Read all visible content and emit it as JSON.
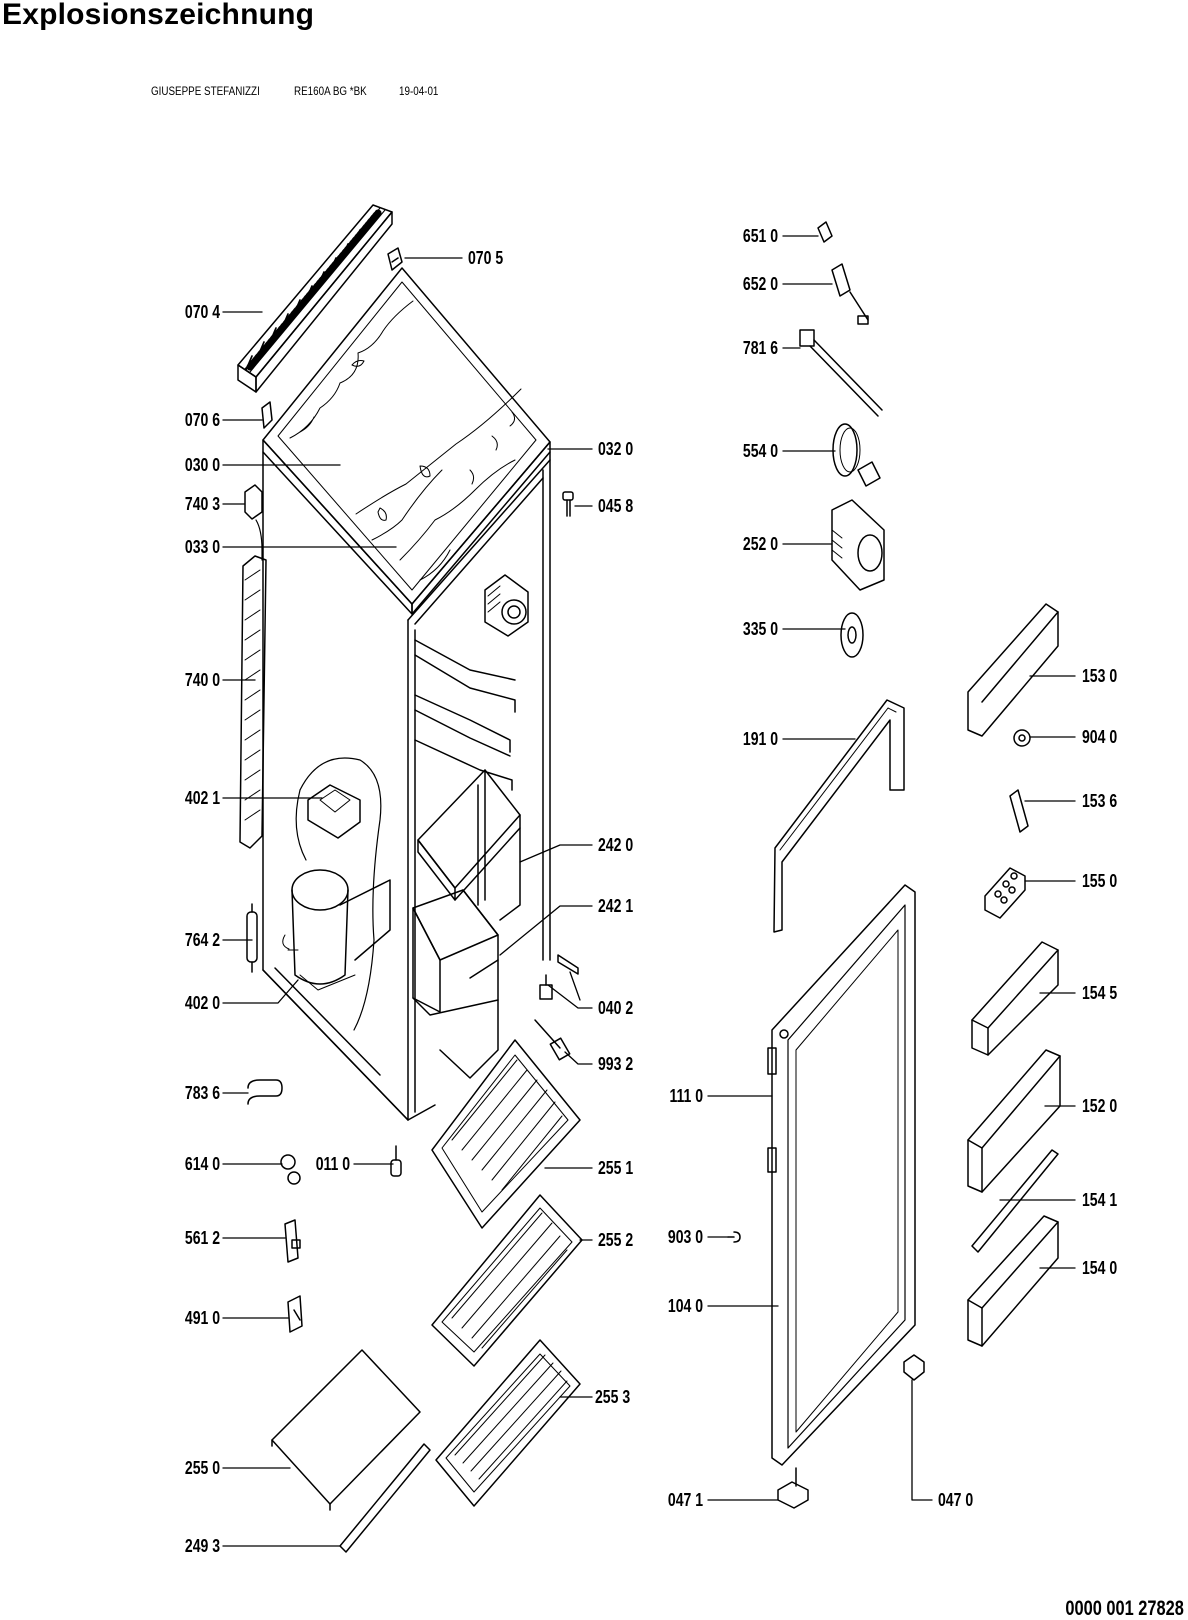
{
  "title": "Explosionszeichnung",
  "meta": {
    "designer": "GIUSEPPE STEFANIZZI",
    "model": "RE160A BG  *BK",
    "date": "19-04-01"
  },
  "labels": {
    "p0704": "070 4",
    "p0705": "070 5",
    "p0706": "070 6",
    "p0300": "030 0",
    "p0320": "032 0",
    "p7403": "740 3",
    "p0458": "045 8",
    "p0330": "033 0",
    "p7400": "740 0",
    "p4021": "402 1",
    "p2420": "242 0",
    "p2421": "242 1",
    "p7642": "764 2",
    "p4020": "402 0",
    "p0402": "040 2",
    "p9932": "993 2",
    "p7836": "783 6",
    "p6140": "614 0",
    "p0110": "011 0",
    "p2551": "255 1",
    "p5612": "561 2",
    "p2552": "255 2",
    "p4910": "491 0",
    "p2553": "255 3",
    "p2550": "255 0",
    "p2493": "249 3",
    "p6510": "651 0",
    "p6520": "652 0",
    "p7816": "781 6",
    "p5540": "554 0",
    "p2520": "252 0",
    "p3350": "335 0",
    "p1910": "191 0",
    "p1530": "153 0",
    "p9040": "904 0",
    "p1536": "153 6",
    "p1550": "155 0",
    "p1545": "154 5",
    "p1110": "111 0",
    "p1520": "152 0",
    "p1541": "154 1",
    "p9030": "903 0",
    "p1540": "154 0",
    "p1040": "104 0",
    "p0471": "047 1",
    "p0470": "047 0"
  },
  "document_number": "0000 001 27828"
}
